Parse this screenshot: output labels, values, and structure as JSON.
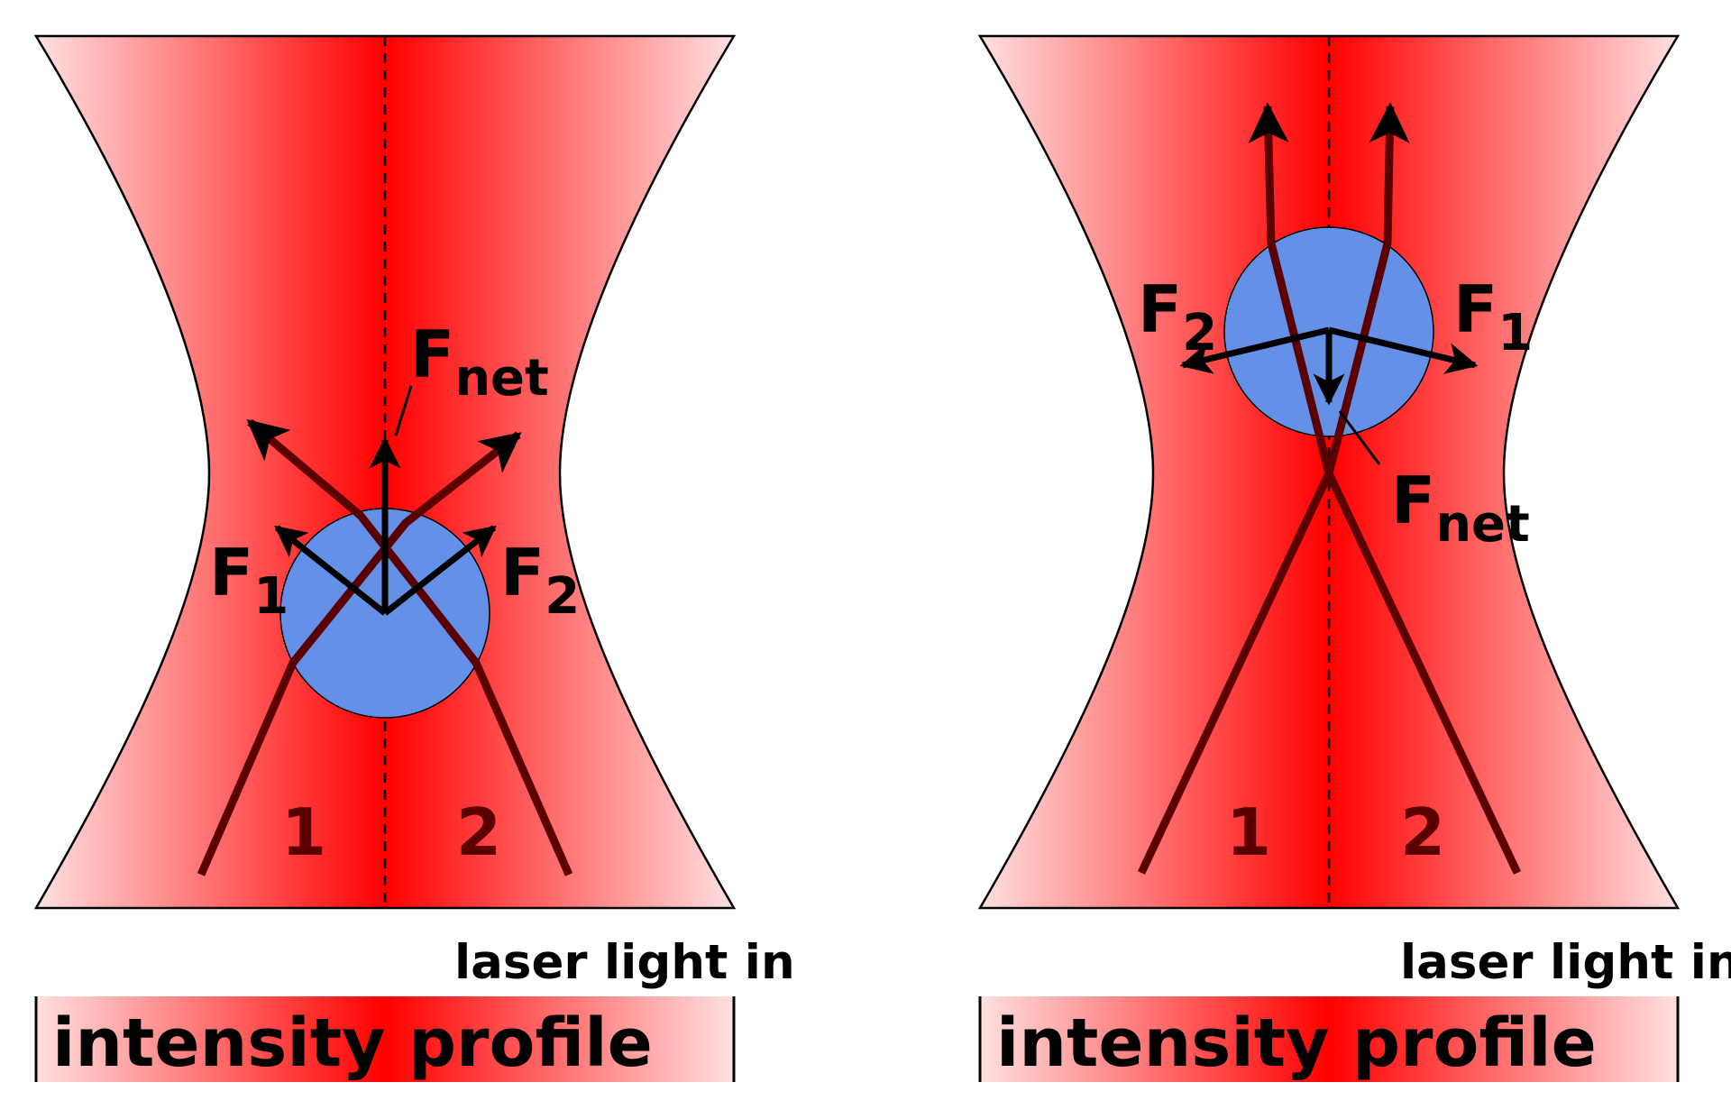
{
  "colors": {
    "beam_center": "#ff0000",
    "beam_edge": "#ffe0e0",
    "particle_fill": "#6490e8",
    "ray": "#5a0000",
    "force_arrow": "#000000"
  },
  "panels": [
    {
      "force_1": {
        "symbol": "F",
        "subscript": "1"
      },
      "force_2": {
        "symbol": "F",
        "subscript": "2"
      },
      "net_force": {
        "symbol": "F",
        "subscript": "net"
      },
      "ray_1_label": "1",
      "ray_2_label": "2",
      "laser_label": "laser light in",
      "profile_label": "intensity profile"
    },
    {
      "force_1": {
        "symbol": "F",
        "subscript": "1"
      },
      "force_2": {
        "symbol": "F",
        "subscript": "2"
      },
      "net_force": {
        "symbol": "F",
        "subscript": "net"
      },
      "ray_1_label": "1",
      "ray_2_label": "2",
      "laser_label": "laser light in",
      "profile_label": "intensity profile"
    }
  ]
}
